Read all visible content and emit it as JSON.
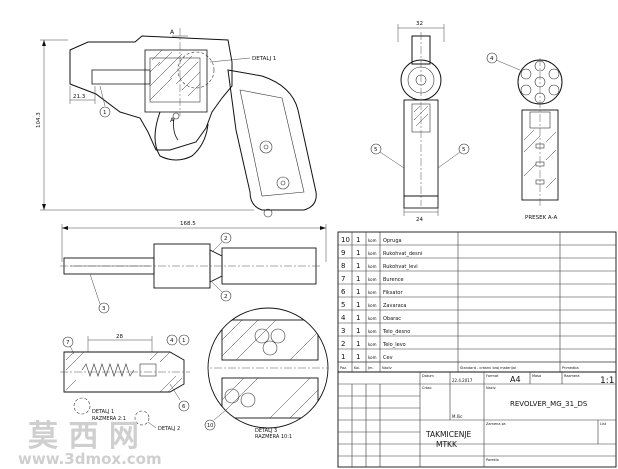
{
  "views": {
    "side_labels": {
      "detail": "DETALJ 1",
      "dim_left": "21.3",
      "dim_height": "104.3",
      "section_mark": "A",
      "balloon": "1"
    },
    "front_labels": {
      "dim_width": "32",
      "dim_bottom": "24",
      "balloon_left": "5",
      "balloon_right": "5"
    },
    "section_aa": {
      "title": "PRESEK A-A",
      "balloon": "4"
    },
    "top_labels": {
      "dim_length": "168.5",
      "balloon_top": "2",
      "balloon_bottom": "2",
      "balloon_left": "3"
    },
    "detail_2": {
      "title": "DETALJ 2",
      "dim": "28",
      "b1": "7",
      "b2": "4",
      "b3": "1",
      "b4": "6"
    },
    "detail_1": {
      "title": "DETALJ 1",
      "scale": "RAZMERA 2:1"
    },
    "detail_3": {
      "title": "DETALJ 3",
      "scale": "RAZMERA 10:1",
      "balloon": "10"
    }
  },
  "bom": {
    "rows": [
      {
        "no": "10",
        "qty": "1",
        "unit": "kom",
        "name": "Opruga"
      },
      {
        "no": "9",
        "qty": "1",
        "unit": "kom",
        "name": "Rukohvat_desni"
      },
      {
        "no": "8",
        "qty": "1",
        "unit": "kom",
        "name": "Rukohvat_levi"
      },
      {
        "no": "7",
        "qty": "1",
        "unit": "kom",
        "name": "Burence"
      },
      {
        "no": "6",
        "qty": "1",
        "unit": "kom",
        "name": "Fiksator"
      },
      {
        "no": "5",
        "qty": "1",
        "unit": "kom",
        "name": "Zavaraca"
      },
      {
        "no": "4",
        "qty": "1",
        "unit": "kom",
        "name": "Obarac"
      },
      {
        "no": "3",
        "qty": "1",
        "unit": "kom",
        "name": "Telo_desno"
      },
      {
        "no": "2",
        "qty": "1",
        "unit": "kom",
        "name": "Telo_levo"
      },
      {
        "no": "1",
        "qty": "1",
        "unit": "kom",
        "name": "Cev"
      }
    ],
    "header": {
      "pos": "Poz.",
      "qty": "Kol.",
      "unit": "Jm.",
      "name": "Naziv",
      "std": "Standard - crtezni broj materijal",
      "note": "Primedba"
    }
  },
  "title_block": {
    "format": "A4",
    "scale": "1:1",
    "drawing_name": "REVOLVER_MG_31_DS",
    "company_line1": "TAKMICENJE",
    "company_line2": "MTKK",
    "date": "22.4.2017",
    "drawn": "M.Ilic",
    "labels": {
      "format_label": "Format",
      "mass_label": "Masa",
      "scale_label": "Razmera",
      "name_label": "Naziv",
      "drawn_label": "Crtao",
      "date_label": "Datum",
      "sheet_label": "List",
      "replaces_label": "Zamena za",
      "origin_label": "Poreklo"
    }
  },
  "watermark": {
    "logo_text": "莫 西 网",
    "url_text": "www.3dmox.com"
  }
}
